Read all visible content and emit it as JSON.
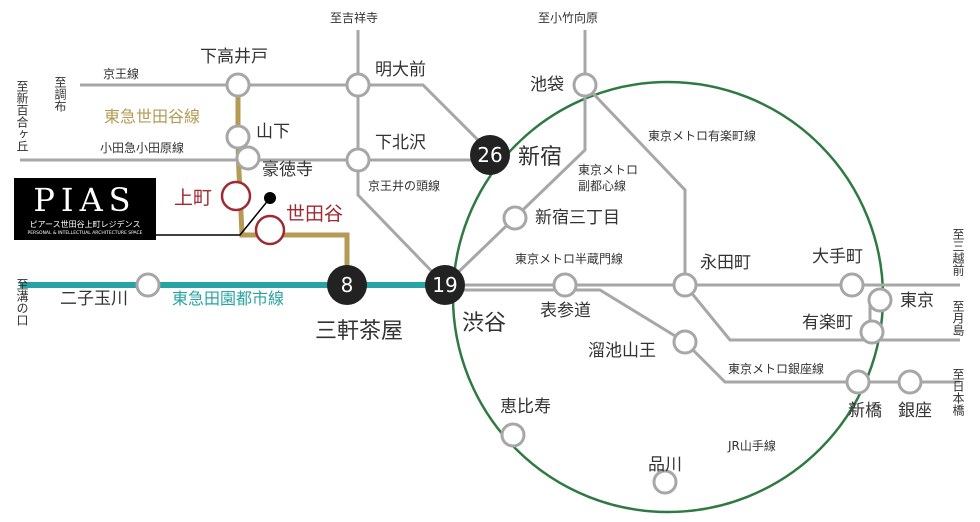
{
  "destinations": {
    "kichijoji": "至吉祥寺",
    "odawara": "至小竹向原",
    "chofu": "至調布",
    "shinyurigaoka": "至新百合ヶ丘",
    "mizonokuchi": "至溝の口",
    "mitsukoshi": "至三越前",
    "tsukishima": "至月島",
    "nihonbashi": "至日本橋"
  },
  "lines": {
    "keio": "京王線",
    "odakyu": "小田急小田原線",
    "setagaya": "東急世田谷線",
    "inokashira": "京王井の頭線",
    "denentoshi": "東急田園都市線",
    "yurakucho": "東京メトロ有楽町線",
    "fukutoshin": "東京メトロ\n副都心線",
    "hanzomon": "東京メトロ半蔵門線",
    "ginza": "東京メトロ銀座線",
    "yamanote": "JR山手線"
  },
  "stations": {
    "shimotakaido": "下高井戸",
    "meidaimae": "明大前",
    "ikebukuro": "池袋",
    "yamashita": "山下",
    "gotokuji": "豪徳寺",
    "shimokitazawa": "下北沢",
    "shinjuku": "新宿",
    "kamimachi": "上町",
    "setagaya": "世田谷",
    "shinjukusanchome": "新宿三丁目",
    "nagatacho": "永田町",
    "otemachi": "大手町",
    "futakotamagawa": "二子玉川",
    "sangenjaya": "三軒茶屋",
    "shibuya": "渋谷",
    "omotesando": "表参道",
    "tokyo": "東京",
    "yurakucho": "有楽町",
    "tameikesanno": "溜池山王",
    "shinbashi": "新橋",
    "ginza": "銀座",
    "ebisu": "恵比寿",
    "shinagawa": "品川"
  },
  "minutes": {
    "shinjuku": "26",
    "sangenjaya": "8",
    "shibuya": "19"
  },
  "logo": {
    "name": "PIAS",
    "sub1": "ピアース世田谷上町レジデンス",
    "sub2": "PERSONAL & INTELLECTUAL ARCHITECTURE SPACE"
  },
  "colors": {
    "gray": "#a7a7a7",
    "gold": "#b59a53",
    "teal": "#28a3a5",
    "green": "#2f7a43",
    "red": "#a02a32"
  }
}
